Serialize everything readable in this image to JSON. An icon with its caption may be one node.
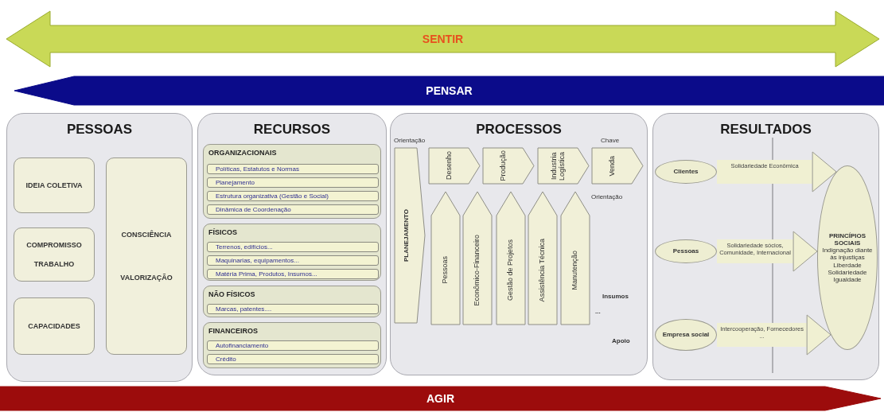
{
  "diagram": {
    "nodes": [
      {
        "text": [
          "SENTIR"
        ]
      },
      {
        "text": [
          "PENSAR"
        ]
      },
      {
        "text": [
          "PESSOAS"
        ]
      },
      {
        "text": [
          "IDEIA COLETIVA"
        ],
        "in": 2
      },
      {
        "text": [
          "CONSCIÊNCIA",
          "VALORIZAÇÃO"
        ],
        "in": 2
      },
      {
        "text": [
          "COMPROMISSO",
          "TRABALHO"
        ],
        "in": 2
      },
      {
        "text": [
          "CAPACIDADES"
        ],
        "in": 2
      },
      {
        "text": [
          "RECURSOS"
        ]
      },
      {
        "text": [
          "ORGANIZACIONAIS"
        ],
        "in": 7
      },
      {
        "text": [
          "Políticas, Estatutos e Normas"
        ],
        "in": 8
      },
      {
        "text": [
          "Planejamento"
        ],
        "in": 8
      },
      {
        "text": [
          "Estrutura organizativa (Gestão e Social)"
        ],
        "in": 8
      },
      {
        "text": [
          "Dinâmica de Coordenação"
        ],
        "in": 8
      },
      {
        "text": [
          "FÍSICOS"
        ],
        "in": 7
      },
      {
        "text": [
          "Terrenos, edifícios..."
        ],
        "in": 13
      },
      {
        "text": [
          "Maquinarias, equipamentos..."
        ],
        "in": 13
      },
      {
        "text": [
          "Matéria Prima, Produtos, Insumos..."
        ],
        "in": 13
      },
      {
        "text": [
          "NÃO FÍSICOS"
        ],
        "in": 7
      },
      {
        "text": [
          "Marcas, patentes...."
        ],
        "in": 17
      },
      {
        "text": [
          "FINANCEIROS"
        ],
        "in": 7
      },
      {
        "text": [
          "Autofinanciamento"
        ],
        "in": 19
      },
      {
        "text": [
          "Crédito"
        ],
        "in": 19
      },
      {
        "text": [
          "PROCESSOS"
        ]
      },
      {
        "text": [
          "PLANEJAMENTO"
        ],
        "in": 22
      },
      {
        "text": [
          "Desenho"
        ],
        "in": 22
      },
      {
        "text": [
          "Produção"
        ],
        "in": 22
      },
      {
        "text": [
          "Industria Logística"
        ],
        "in": 22
      },
      {
        "text": [
          "Venda"
        ],
        "in": 22
      },
      {
        "text": [
          "Pessoas"
        ],
        "in": 22
      },
      {
        "text": [
          "Econômico-Financeiro"
        ],
        "in": 22
      },
      {
        "text": [
          "Gestão de Projetos"
        ],
        "in": 22
      },
      {
        "text": [
          "Assistência Técnica"
        ],
        "in": 22
      },
      {
        "text": [
          "Manutenção"
        ],
        "in": 22
      },
      {
        "text": [
          "RESULTADOS"
        ]
      },
      {
        "text": [
          "Clientes"
        ],
        "in": 33
      },
      {
        "text": [
          "Pessoas"
        ],
        "in": 33
      },
      {
        "text": [
          "Empresa social"
        ],
        "in": 33
      },
      {
        "text": [
          "PRINCÍPIOS SOCIAIS",
          "Indignação diante às injustiças",
          "Liberdade",
          "Solidariedade",
          "Igualdade"
        ],
        "in": 33
      },
      {
        "text": [
          "AGIR"
        ]
      }
    ],
    "edges": [
      {
        "from": 34,
        "to": 37,
        "arrow": "to",
        "label": "Solidariedade Econômica"
      },
      {
        "from": 35,
        "to": 37,
        "arrow": "to",
        "label": "Solidariedade sócios, Comunidade, Internacional"
      },
      {
        "from": 36,
        "to": 37,
        "arrow": "to",
        "label": "Intercooperação, Fornecedores ..."
      }
    ],
    "labels": [
      "Orientação",
      "Chave",
      "Orientação",
      "Insumos",
      "...",
      "Apoio"
    ]
  }
}
